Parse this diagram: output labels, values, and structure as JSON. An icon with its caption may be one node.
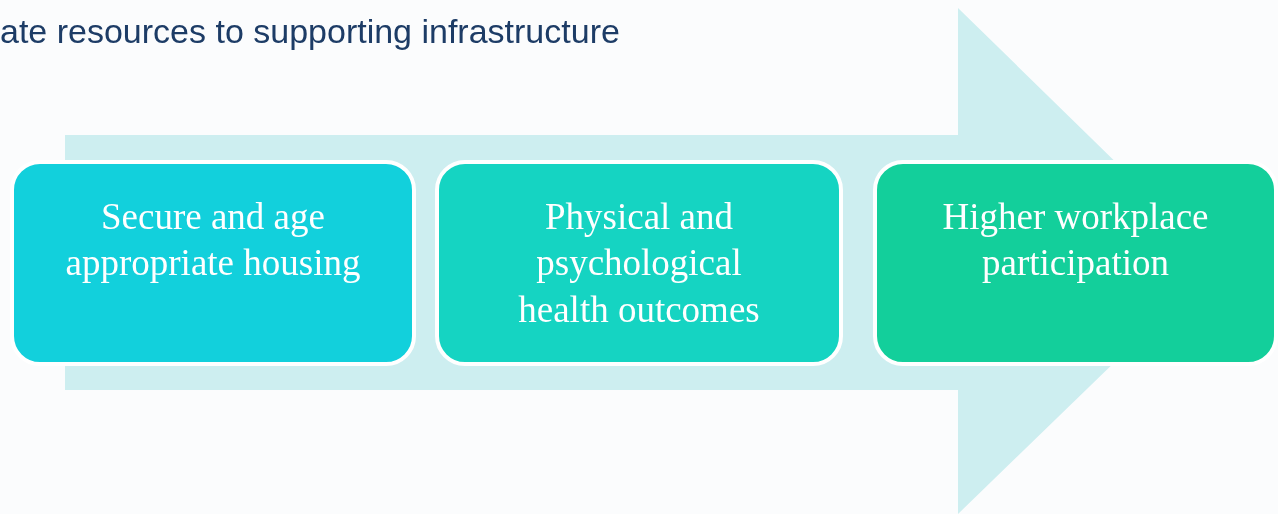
{
  "diagram": {
    "nodes": [
      {
        "text": [
          "Secure and age appropriate housing"
        ]
      },
      {
        "text": [
          "Physical and psychological health outcomes"
        ]
      },
      {
        "text": [
          "Higher workplace participation"
        ]
      }
    ],
    "edges": [
      {
        "from": 0,
        "to": 2,
        "arrow": "to"
      }
    ],
    "labels": [
      "ate resources to supporting infrastructure"
    ]
  }
}
